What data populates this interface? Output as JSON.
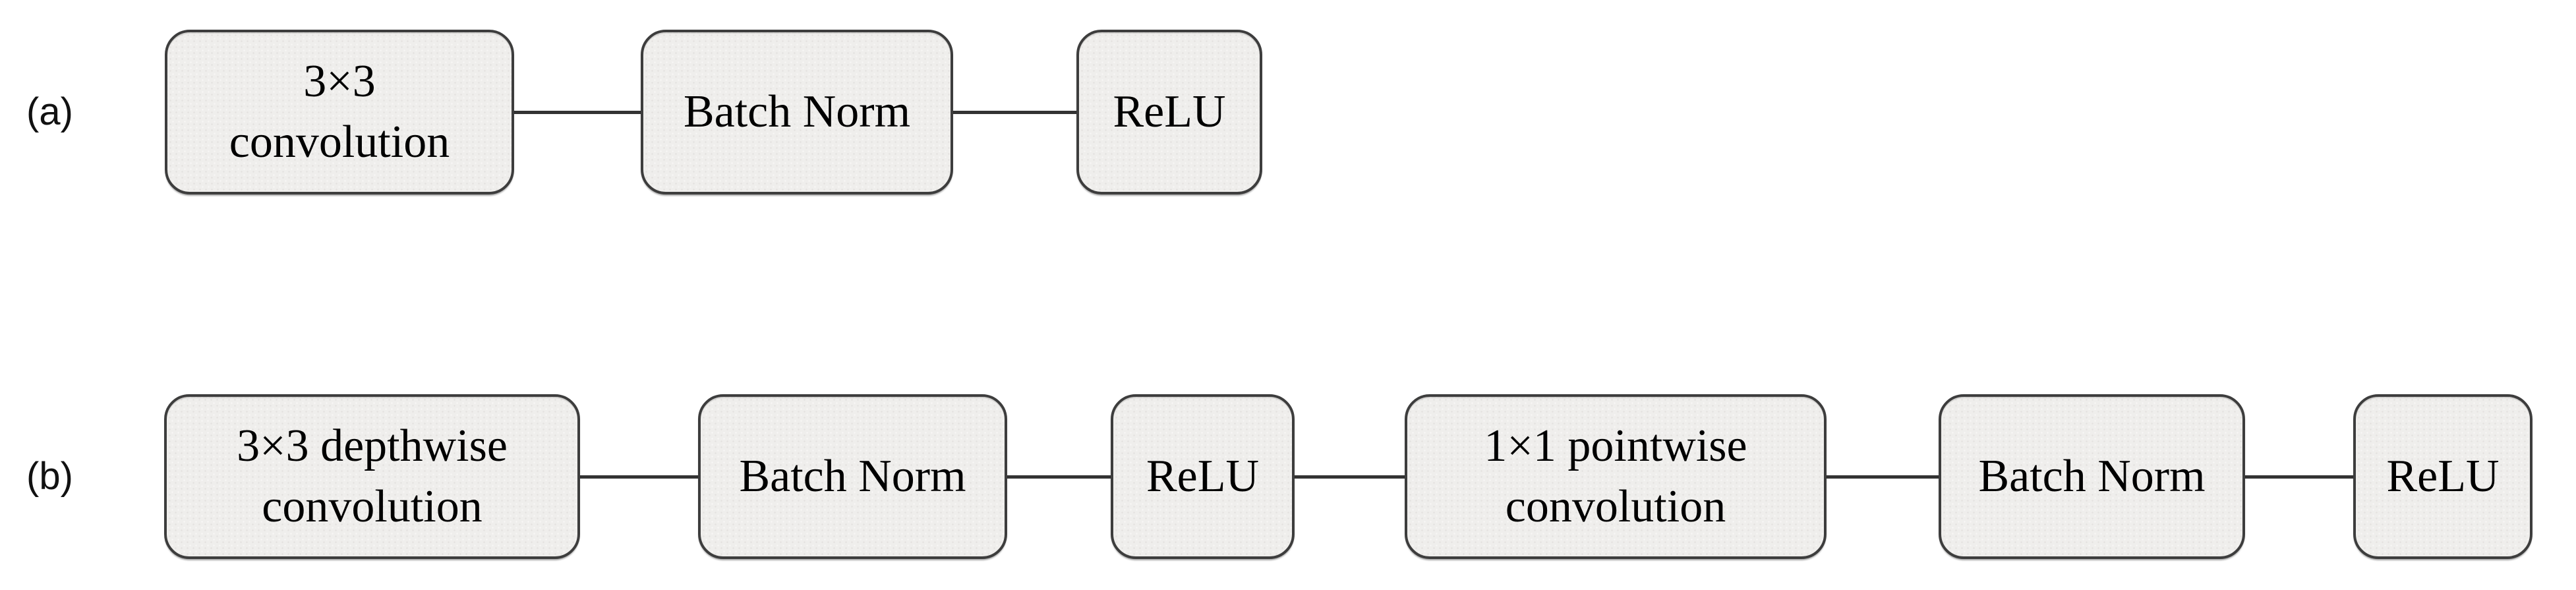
{
  "figure": {
    "background_color": "#ffffff",
    "box_fill_color": "#efeeec",
    "box_border_color": "#3d3d3d",
    "connector_color": "#333333",
    "text_color": "#000000",
    "rows": [
      {
        "label": "(a)",
        "nodes": [
          {
            "label": "3×3\nconvolution"
          },
          {
            "label": "Batch Norm"
          },
          {
            "label": "ReLU"
          }
        ]
      },
      {
        "label": "(b)",
        "nodes": [
          {
            "label": "3×3 depthwise\nconvolution"
          },
          {
            "label": "Batch Norm"
          },
          {
            "label": "ReLU"
          },
          {
            "label": "1×1 pointwise\nconvolution"
          },
          {
            "label": "Batch Norm"
          },
          {
            "label": "ReLU"
          }
        ]
      }
    ]
  }
}
